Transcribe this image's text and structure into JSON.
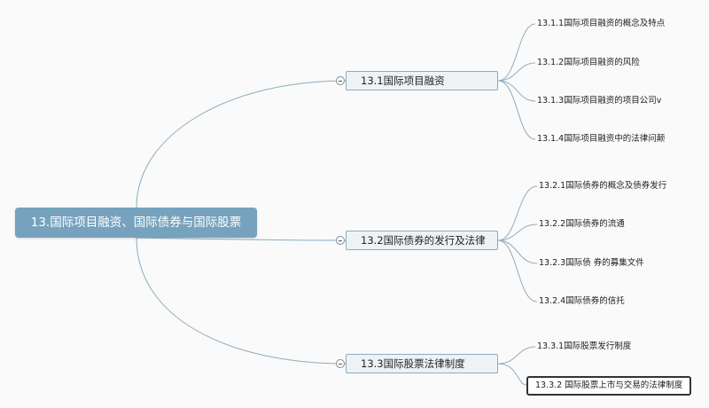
{
  "mindmap": {
    "root": "13.国际项目融资、国际债券与国际股票",
    "branches": [
      {
        "label": "13.1国际项目融资",
        "children": [
          "13.1.1国际项目融资的概念及特点",
          "13.1.2国际项目融资的风险",
          "13.1.3国际项目融资的项目公司v",
          "13.1.4国际项目融资中的法律问颠"
        ]
      },
      {
        "label": "13.2国际债券的发行及法律",
        "children": [
          "13.2.1国际债券的概念及债券发行",
          "13.2.2国际债券的流通",
          "13.2.3国际债 券的募集文件",
          "13.2.4国际债券的信托"
        ]
      },
      {
        "label": "13.3国际股票法律制度",
        "children": [
          "13.3.1国际股票发行制度",
          "13.3.2 国际股票上市与交易的法律制度"
        ]
      }
    ]
  },
  "colors": {
    "connector": "#8eacc1",
    "root_fill": "#76a2be",
    "branch_fill": "#eef2f5",
    "selected_border": "#2f3438"
  }
}
